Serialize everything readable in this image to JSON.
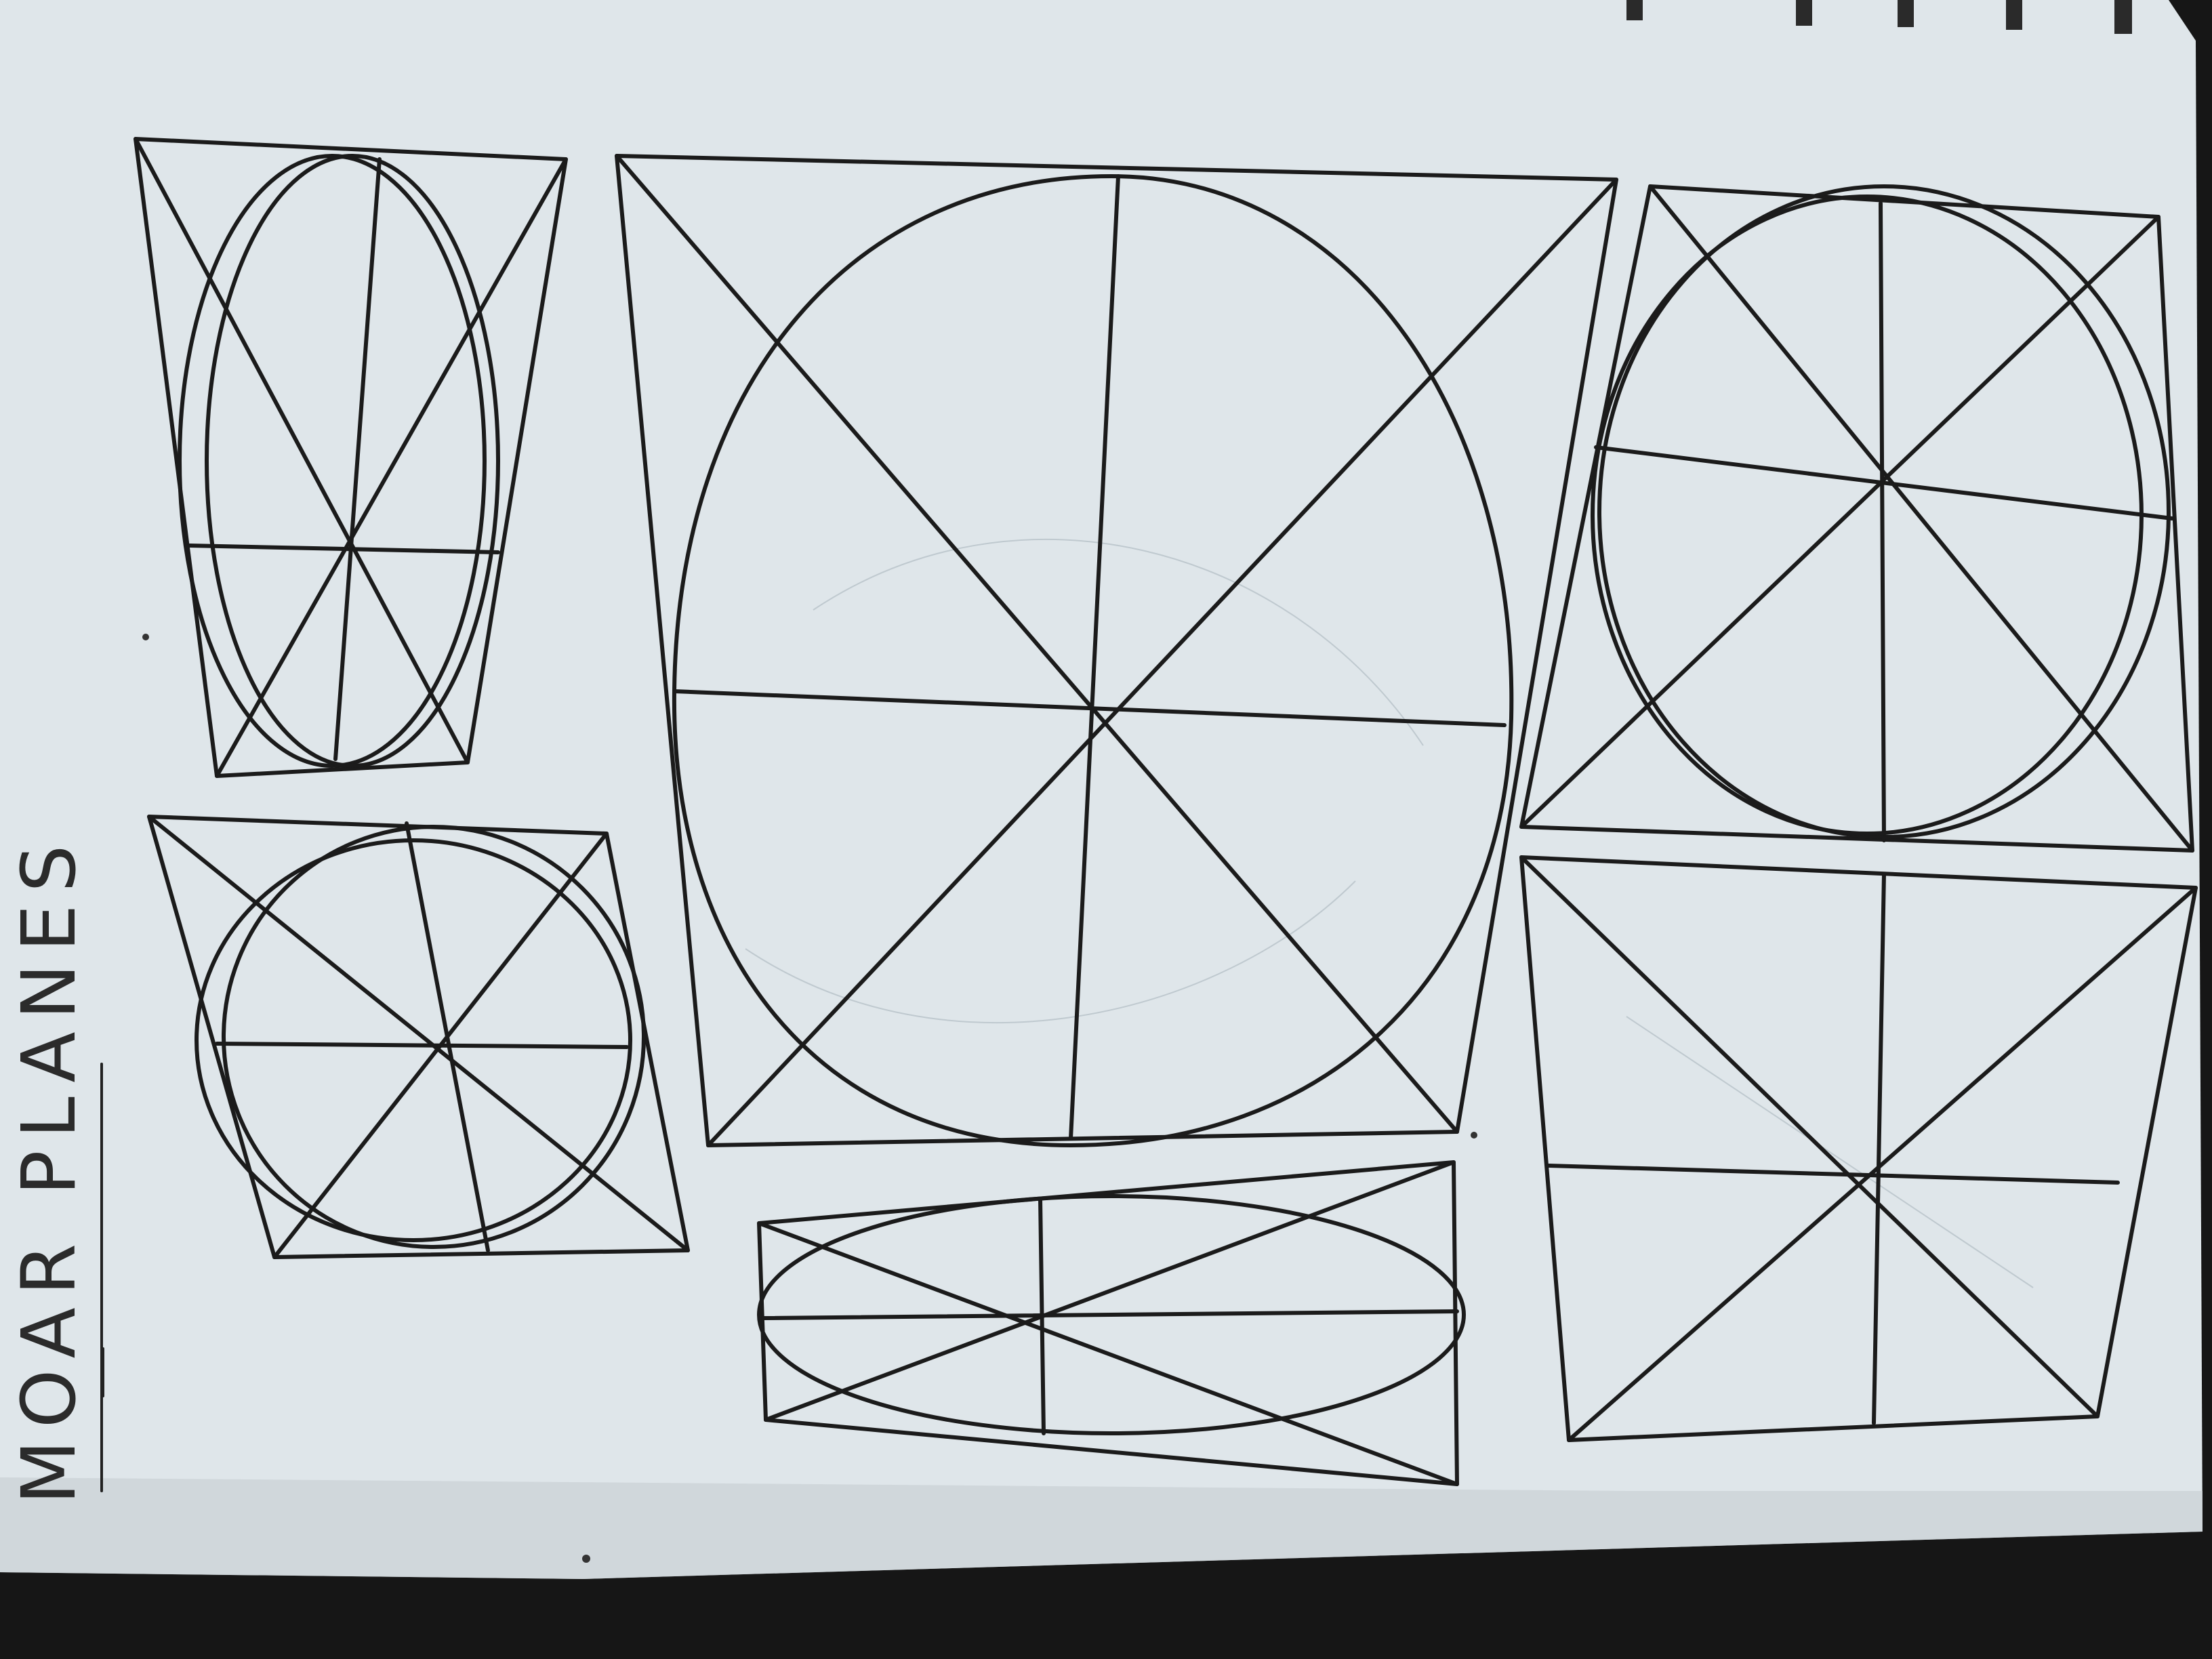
{
  "page": {
    "title_text": "MOAR PLANES",
    "paper_color": "#dfe6ea",
    "ink_color": "#1b1b1b",
    "background_color": "#1a1a1a"
  },
  "figures": [
    {
      "name": "trapezoid-ellipse-figure"
    },
    {
      "name": "large-square-circle-figure"
    },
    {
      "name": "square-circle-figure"
    },
    {
      "name": "skewed-ellipse-figure"
    },
    {
      "name": "long-ellipse-figure"
    },
    {
      "name": "empty-perspective-square-figure"
    }
  ]
}
